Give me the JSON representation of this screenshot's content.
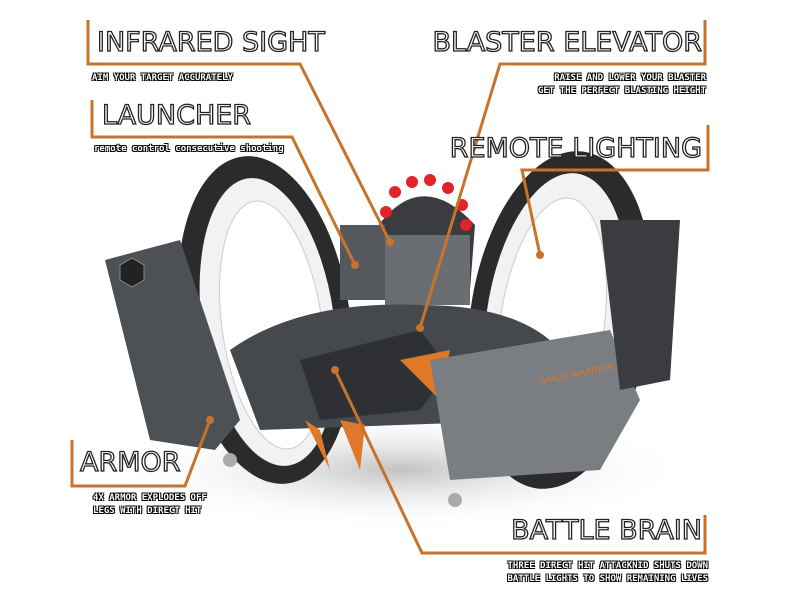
{
  "colors": {
    "accent": "#c8732c",
    "outline": "#222222",
    "body": "#5a5d62",
    "light": "#e0242a"
  },
  "callouts": [
    {
      "title": "INFRARED SIGHT",
      "lines": [
        "AIM YOUR TARGET ACCURATELY"
      ]
    },
    {
      "title": "LAUNCHER",
      "lines": [
        "remote control consecutive shooting"
      ]
    },
    {
      "title": "BLASTER ELEVATOR",
      "lines": [
        "RAISE AND  LOWER YOUR BLASTER",
        "GET THE PERFECT BLASTING HEIGHT"
      ]
    },
    {
      "title": "REMOTE LIGHTING",
      "lines": []
    },
    {
      "title": "ARMOR",
      "lines": [
        "4X ARMOR EXPLODES OFF",
        "LEGS WITH DIRECT HIT"
      ]
    },
    {
      "title": "BATTLE BRAIN",
      "lines": [
        "THREE DIRECT HIT ATTACKNID SHUTS DOWN",
        "BATTLE LIGHTS TO SHOW REMAINING LIVES"
      ]
    }
  ],
  "product_logo": "SPACE WARRIOR"
}
